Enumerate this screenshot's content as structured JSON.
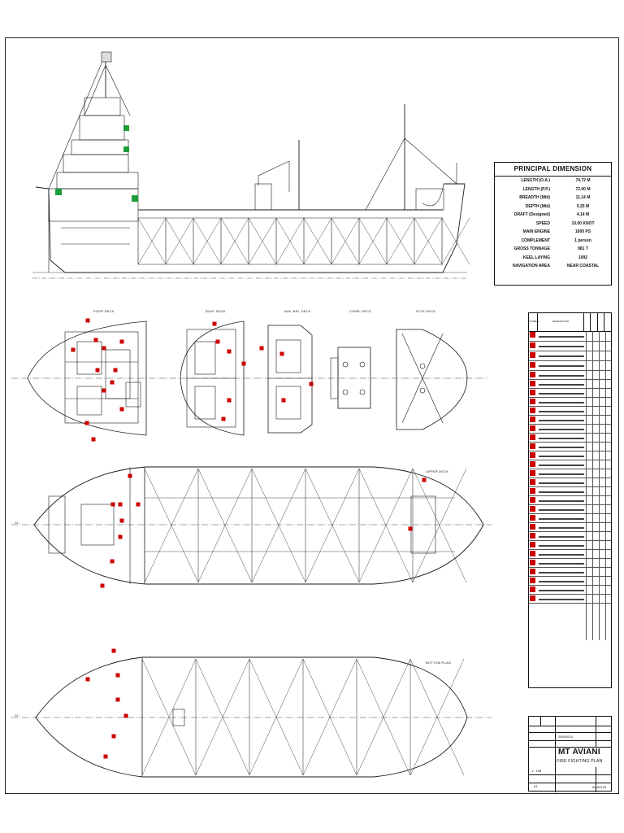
{
  "drawing": {
    "views": {
      "poop_deck": "POOP DECK",
      "boat_deck": "BOAT DECK",
      "nav_bridge_deck": "NAV. BRI. DECK",
      "comp_deck": "COMP. DECK",
      "fcle_deck": "FCLE DECK",
      "upper_deck": "UPPER DECK",
      "bottom_plan": "BOTTOM PLAN"
    },
    "centerline_mark": "CL"
  },
  "principal_dimension": {
    "title": "PRINCIPAL DIMENSION",
    "rows": [
      {
        "label": "LENGTH (O.A.)",
        "value": "74.72 M"
      },
      {
        "label": "LENGTH (P.P.)",
        "value": "72.00 M"
      },
      {
        "label": "BREADTH (Mld)",
        "value": "11.14 M"
      },
      {
        "label": "DEPTH (Mld)",
        "value": "5.25 M"
      },
      {
        "label": "DRAFT (Designed)",
        "value": "4.14 M"
      },
      {
        "label": "SPEED",
        "value": "10.00 KNOT"
      },
      {
        "label": "MAIN ENGINE",
        "value": "1000 PS"
      },
      {
        "label": "COMPLEMENT",
        "value": "1 person"
      },
      {
        "label": "GROSS TONNAGE",
        "value": "981 T"
      },
      {
        "label": "KEEL LAYING",
        "value": "1992"
      },
      {
        "label": "NAVIGATION AREA",
        "value": "NEAR COASTAL"
      }
    ]
  },
  "legend": {
    "headers": {
      "symbol": "SYMBOL",
      "designation": "DESIGNATION"
    },
    "icon_color": "#cc0000"
  },
  "title_block": {
    "vessel_name": "MT AVIANI",
    "plan_name": "FIRE FIGHTING PLAN",
    "date": "26/5/2014",
    "scale": "1 : 155",
    "size": "A1",
    "drawing_no": "AV-00120"
  },
  "colors": {
    "line": "#1a1a1a",
    "fire_symbol": "#cc0000",
    "green_symbol": "#1e9e3a"
  }
}
